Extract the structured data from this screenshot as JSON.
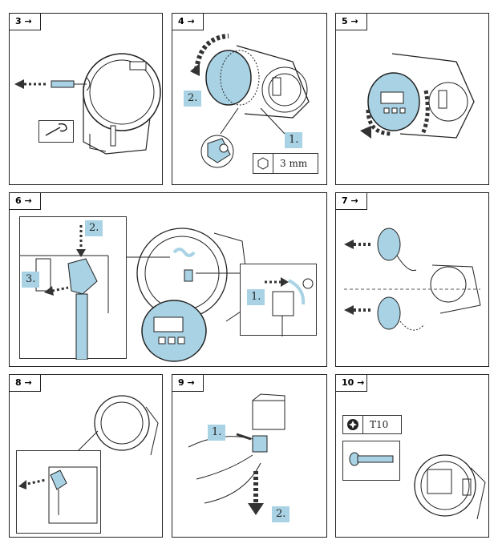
{
  "steps": [
    {
      "number": "3 →"
    },
    {
      "number": "4 →",
      "callouts": [
        "2.",
        "1."
      ],
      "tool": "3 mm"
    },
    {
      "number": "5 →"
    },
    {
      "number": "6 →",
      "callouts": [
        "2.",
        "3.",
        "1."
      ]
    },
    {
      "number": "7 →"
    },
    {
      "number": "8 →"
    },
    {
      "number": "9 →",
      "callouts": [
        "1.",
        "2."
      ]
    },
    {
      "number": "10 →",
      "tool": "T10"
    }
  ],
  "colors": {
    "highlight": "#a9d3e4",
    "line": "#222222",
    "grey": "#555555"
  },
  "icons": [
    "arrow-left-icon",
    "wrench-icon",
    "hex-key-icon",
    "torx-icon",
    "screw-icon"
  ]
}
